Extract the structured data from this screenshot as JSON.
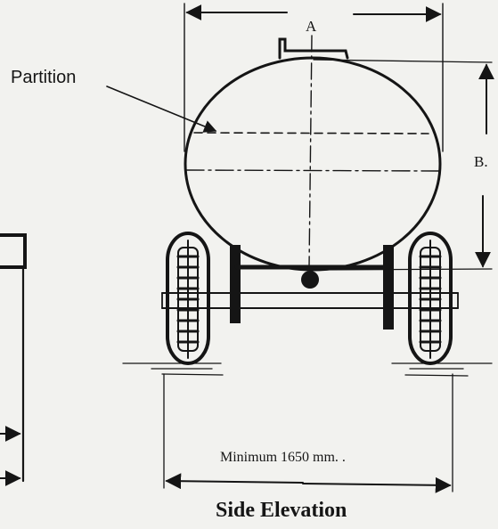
{
  "labels": {
    "dimension_a": "A",
    "dimension_b": "B.",
    "partition": "Partition",
    "minimum_width": "Minimum 1650 mm. .",
    "title": "Side Elevation"
  },
  "colors": {
    "ink": "#151515",
    "paper": "#f2f2ef"
  }
}
